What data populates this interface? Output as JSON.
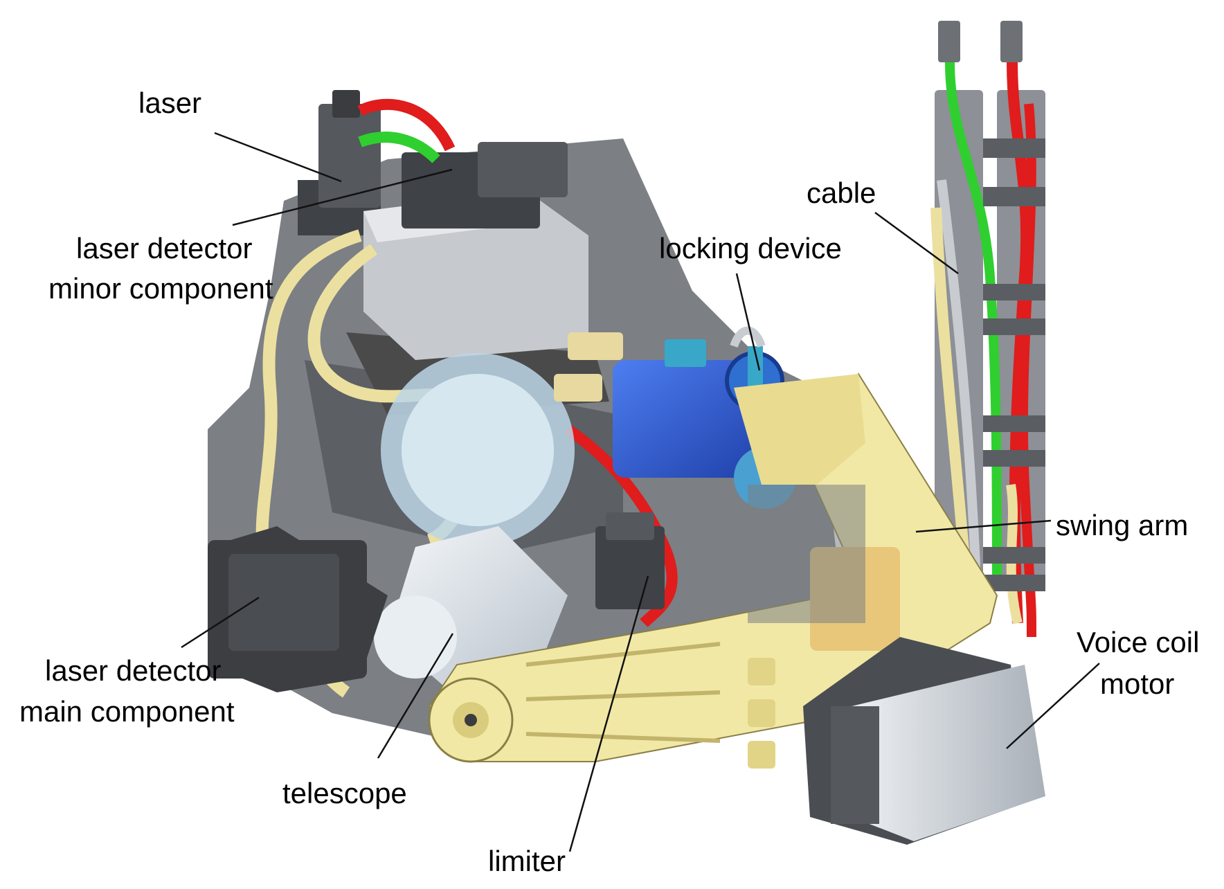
{
  "labels": {
    "laser": "laser",
    "laser_detector_minor_line1": "laser detector",
    "laser_detector_minor_line2": "minor component",
    "laser_detector_main_line1": "laser detector",
    "laser_detector_main_line2": "main component",
    "telescope": "telescope",
    "limiter": "limiter",
    "locking_device": "locking device",
    "cable": "cable",
    "swing_arm": "swing arm",
    "voice_coil_line1": "Voice coil",
    "voice_coil_line2": "motor"
  },
  "colors": {
    "background": "#ffffff",
    "label_text": "#000000",
    "leader_line": "#111111",
    "swing_arm_yellow": "#f2e8a6",
    "cable_cream": "#ece0a0",
    "cable_red": "#e01c1c",
    "cable_green": "#2fcf2f",
    "cable_grey": "#c8ccd0",
    "housing_grey": "#9a9a9a",
    "dark_grey": "#4a4a4a",
    "locking_blue": "#2e5fd8",
    "telescope_silver": "#dde3e8",
    "motor_grey": "#c9ced4"
  }
}
